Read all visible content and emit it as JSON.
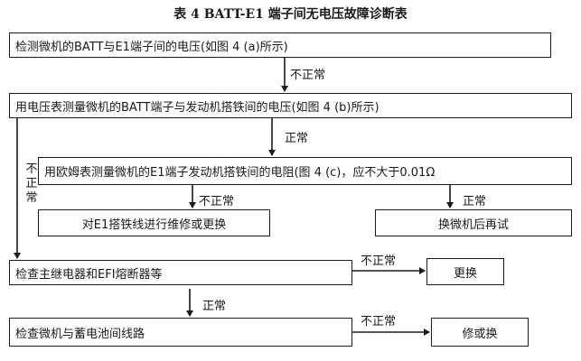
{
  "title": "表 4   BATT-E1 端子间无电压故障诊断表",
  "nodes": {
    "step1": "检测微机的BATT与E1端子间的电压(如图  4  (a)所示)",
    "step2": "用电压表测量微机的BATT端子与发动机搭铁间的电压(如图  4  (b)所示)",
    "step3": "用欧姆表测量微机的E1端子发动机搭铁间的电阻(图  4  (c)，应不大于0.01Ω",
    "step4_left": "对E1搭铁线进行维修或更换",
    "step4_right": "换微机后再试",
    "step5": "检查主继电器和EFI熔断器等",
    "step5_result": "更换",
    "step6": "检查微机与蓄电池间线路",
    "step6_result": "修或换"
  },
  "edges": {
    "e1_abnormal": "不正常",
    "e2_normal": "正常",
    "e3_abnormal_left": "不正常",
    "e3_normal_right": "正常",
    "side_abnormal": "不正常",
    "e5_abnormal": "不正常",
    "e5_normal": "正常",
    "e6_abnormal": "不正常"
  }
}
